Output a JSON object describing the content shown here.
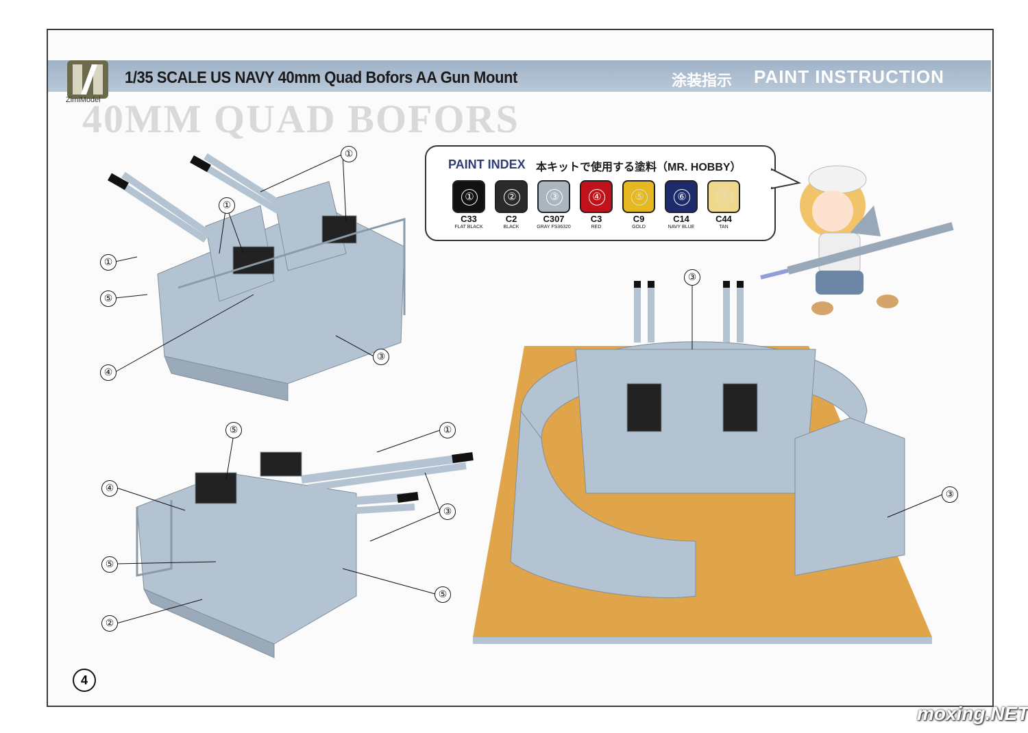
{
  "header": {
    "logo_text": "ZimiModel",
    "title": "1/35 SCALE US NAVY 40mm Quad Bofors AA Gun Mount",
    "title_cn": "涂装指示",
    "title_en": "PAINT INSTRUCTION",
    "background_watermark": "40MM QUAD BOFORS"
  },
  "paint_index": {
    "title": "PAINT INDEX",
    "subtitle": "本キットで使用する塗料（MR. HOBBY）",
    "colors": [
      {
        "num": "①",
        "code": "C33",
        "name": "FLAT BLACK",
        "hex": "#111111"
      },
      {
        "num": "②",
        "code": "C2",
        "name": "BLACK",
        "hex": "#2a2a2a"
      },
      {
        "num": "③",
        "code": "C307",
        "name": "GRAY FS36320",
        "hex": "#a9b5bf"
      },
      {
        "num": "④",
        "code": "C3",
        "name": "RED",
        "hex": "#c1121c"
      },
      {
        "num": "⑤",
        "code": "C9",
        "name": "GOLD",
        "hex": "#e6b820"
      },
      {
        "num": "⑥",
        "code": "C14",
        "name": "NAVY BLUE",
        "hex": "#1d2a6b"
      },
      {
        "num": "⑦",
        "code": "C44",
        "name": "TAN",
        "hex": "#f0d98c"
      }
    ]
  },
  "callouts": {
    "c1": "①",
    "c2": "②",
    "c3": "③",
    "c4": "④",
    "c5": "⑤"
  },
  "colors": {
    "model_gray": "#b3c3d1",
    "base_wood": "#e0a44a",
    "header_band": "#a8bacd"
  },
  "page": {
    "number": "4",
    "site": "moxing.NET"
  }
}
